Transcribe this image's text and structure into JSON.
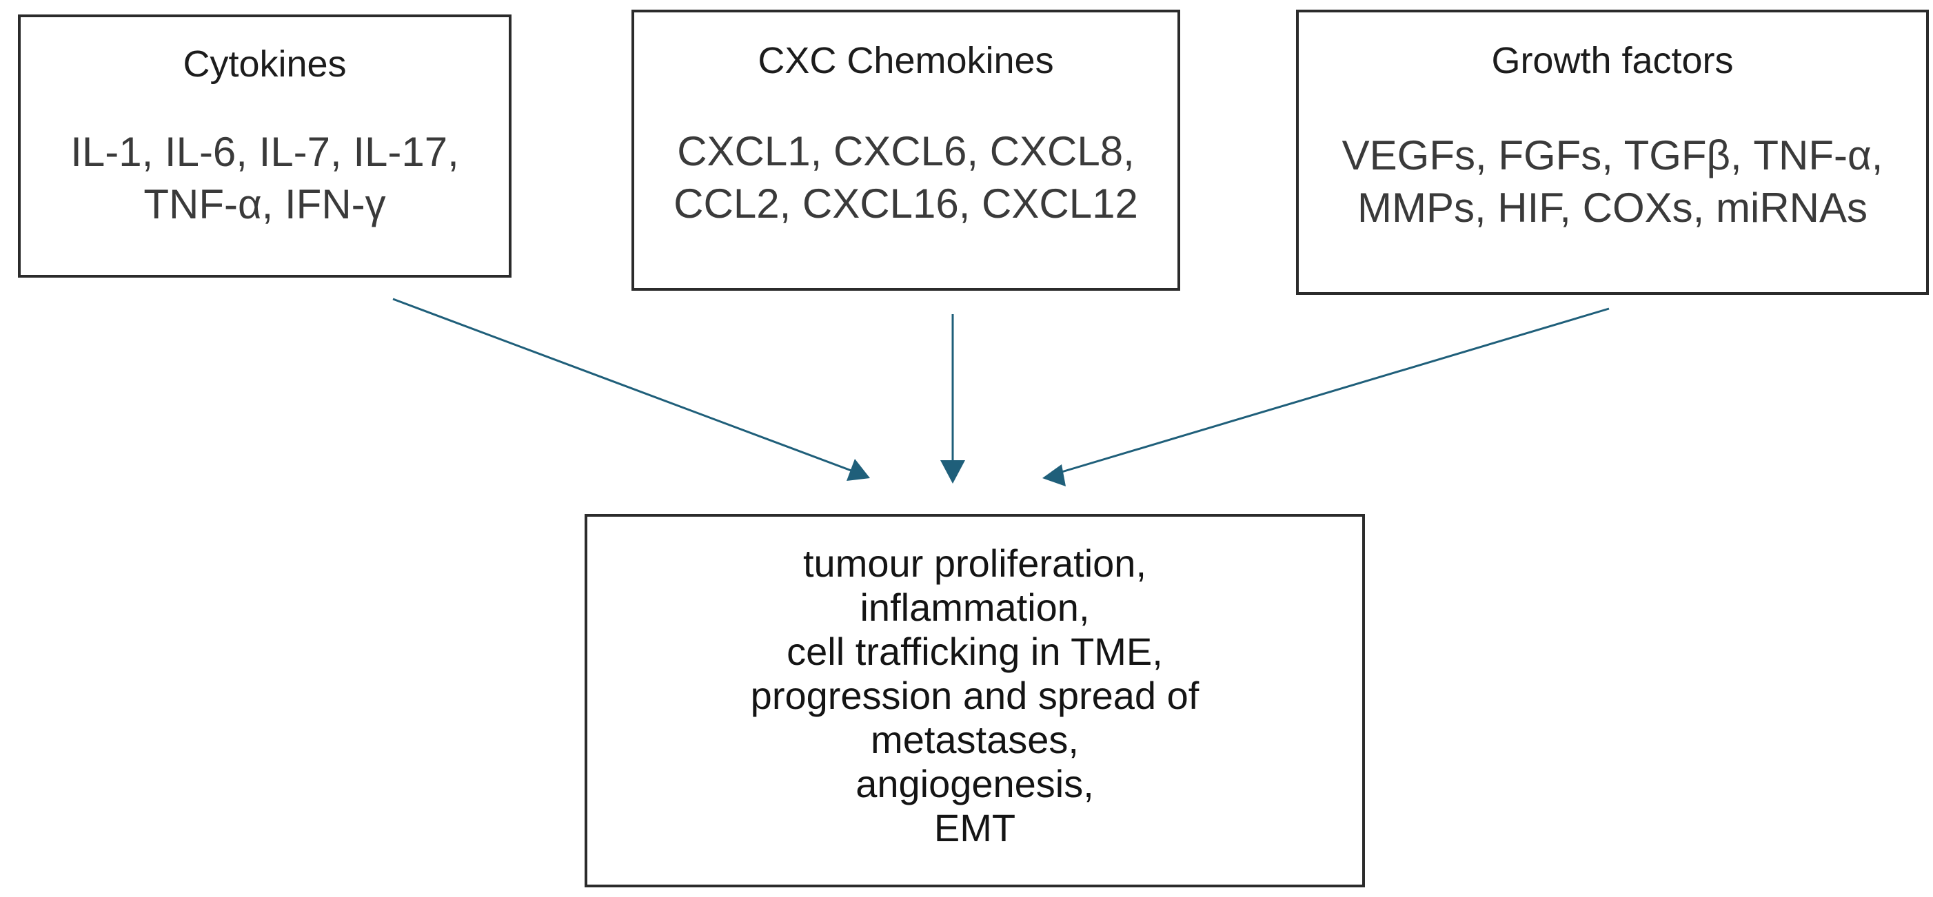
{
  "boxes": {
    "cytokines": {
      "title": "Cytokines",
      "lines": [
        "IL-1, IL-6, IL-7, IL-17,",
        "TNF-α, IFN-γ"
      ]
    },
    "chemokines": {
      "title": "CXC Chemokines",
      "lines": [
        "CXCL1, CXCL6, CXCL8,",
        "CCL2, CXCL16, CXCL12"
      ]
    },
    "growth_factors": {
      "title": "Growth factors",
      "lines": [
        "VEGFs, FGFs, TGFβ, TNF-α,",
        "MMPs, HIF, COXs, miRNAs"
      ]
    },
    "outcomes": {
      "lines": [
        "tumour proliferation,",
        "inflammation,",
        "cell trafficking in TME,",
        "progression and spread of",
        "metastases,",
        "angiogenesis,",
        "EMT"
      ]
    }
  },
  "colors": {
    "arrow": "#1f5f7a",
    "border": "#2b2b2b"
  },
  "connections": [
    {
      "from": "cytokines",
      "to": "outcomes"
    },
    {
      "from": "chemokines",
      "to": "outcomes"
    },
    {
      "from": "growth_factors",
      "to": "outcomes"
    }
  ]
}
